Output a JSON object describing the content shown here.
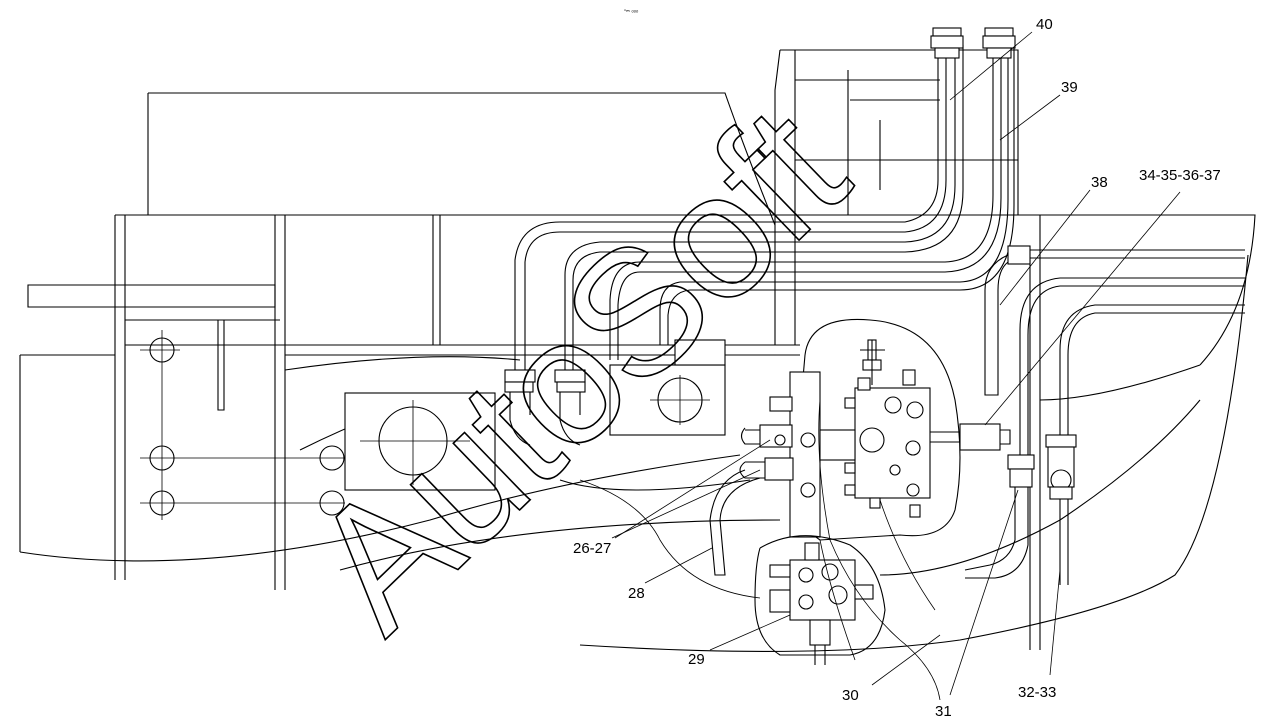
{
  "header": {
    "tiny_mark": "▫ₘ ₒₒₒ"
  },
  "watermark": {
    "text": "AutoSoft"
  },
  "callouts": [
    {
      "id": "c40",
      "label": "40"
    },
    {
      "id": "c39",
      "label": "39"
    },
    {
      "id": "c38",
      "label": "38"
    },
    {
      "id": "c34",
      "label": "34-35-36-37"
    },
    {
      "id": "c26",
      "label": "26-27"
    },
    {
      "id": "c28",
      "label": "28"
    },
    {
      "id": "c29",
      "label": "29"
    },
    {
      "id": "c30",
      "label": "30"
    },
    {
      "id": "c31",
      "label": "31"
    },
    {
      "id": "c32",
      "label": "32-33"
    }
  ],
  "colors": {
    "ink": "#000000",
    "paper": "#ffffff"
  }
}
